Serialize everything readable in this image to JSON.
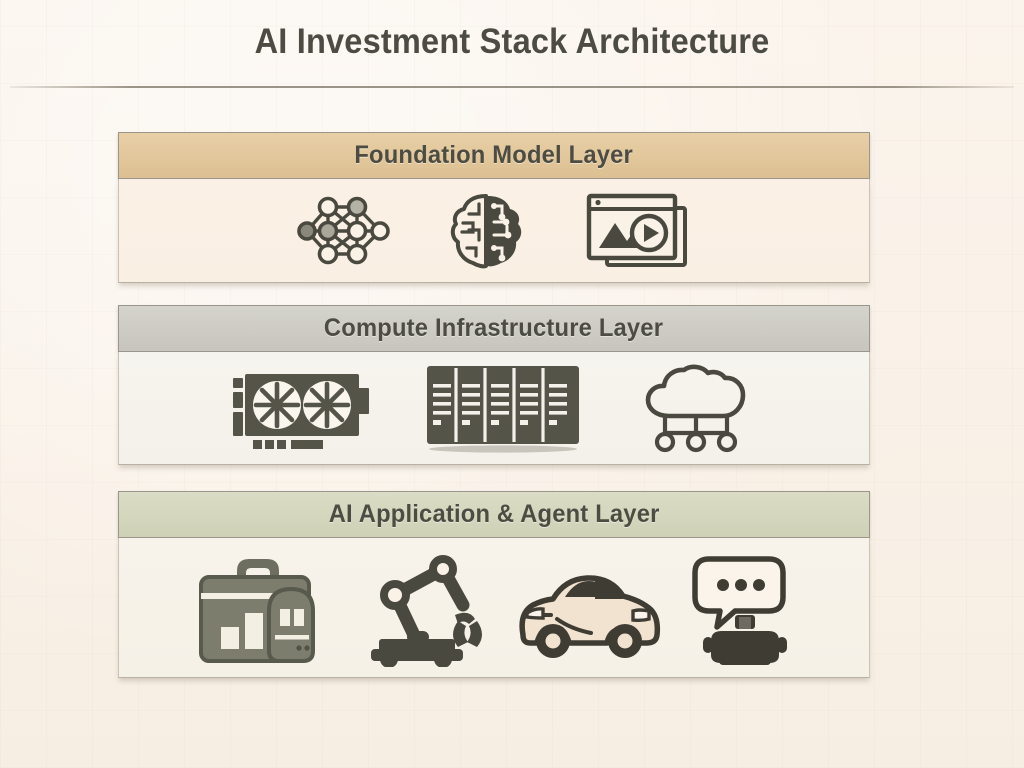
{
  "page": {
    "title": "AI Investment Stack Architecture",
    "background_color": "#faf2e8",
    "title_color": "#4d4c43"
  },
  "layers": [
    {
      "id": "foundation-model-layer",
      "title": "Foundation Model Layer",
      "header_color": "#e2c79b",
      "body_color": "#f9efe3",
      "icons": [
        {
          "name": "neural-network-icon",
          "label": "neural network"
        },
        {
          "name": "brain-circuit-icon",
          "label": "brain circuit"
        },
        {
          "name": "media-window-icon",
          "label": "multimodal media window"
        }
      ]
    },
    {
      "id": "compute-infrastructure-layer",
      "title": "Compute Infrastructure Layer",
      "header_color": "#cdccc4",
      "body_color": "#f4f1ea",
      "icons": [
        {
          "name": "gpu-card-icon",
          "label": "gpu graphics card"
        },
        {
          "name": "server-rack-icon",
          "label": "server racks"
        },
        {
          "name": "cloud-network-icon",
          "label": "cloud network"
        }
      ]
    },
    {
      "id": "ai-application-agent-layer",
      "title": "AI Application & Agent Layer",
      "header_color": "#d4d6bd",
      "body_color": "#f6f1e7",
      "icons": [
        {
          "name": "business-analytics-robot-icon",
          "label": "briefcase bar chart with robot"
        },
        {
          "name": "robot-arm-icon",
          "label": "robotic arm on wheels"
        },
        {
          "name": "autonomous-car-icon",
          "label": "self-driving car"
        },
        {
          "name": "chatbot-icon",
          "label": "chat assistant with speech bubble"
        }
      ]
    }
  ],
  "colors": {
    "ink": "#4a4940",
    "ink_soft": "#5c5b50",
    "gpu_body": "#555449",
    "car_body": "#f2e2d0"
  }
}
